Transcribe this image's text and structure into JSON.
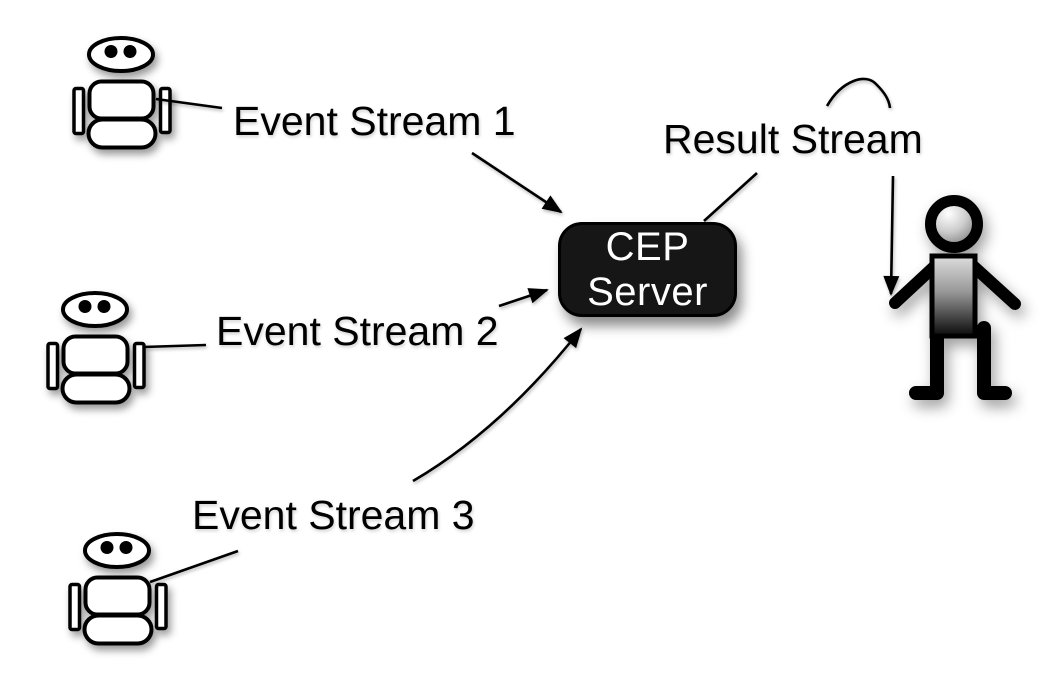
{
  "background": "#ffffff",
  "labels": {
    "event_stream_1": "Event Stream 1",
    "event_stream_2": "Event Stream 2",
    "event_stream_3": "Event Stream 3",
    "result_stream": "Result Stream"
  },
  "server": {
    "line1": "CEP",
    "line2": "Server",
    "fill": "#161616",
    "text_color": "#ffffff"
  },
  "colors": {
    "stroke": "#000000",
    "background": "#ffffff"
  },
  "diagram": {
    "type": "flow-diagram",
    "description": "Three robot event sources emit event streams into a CEP Server; the result stream is delivered to a user.",
    "nodes": [
      {
        "id": "event-source-1",
        "icon": "robot-icon",
        "label": "Event Stream 1"
      },
      {
        "id": "event-source-2",
        "icon": "robot-icon",
        "label": "Event Stream 2"
      },
      {
        "id": "event-source-3",
        "icon": "robot-icon",
        "label": "Event Stream 3"
      },
      {
        "id": "cep-server",
        "icon": "rounded-box",
        "label": "CEP Server"
      },
      {
        "id": "user",
        "icon": "person-icon",
        "label": "Result Stream"
      }
    ],
    "edges": [
      {
        "from": "event-source-1",
        "to": "cep-server",
        "style": "straight-arrow"
      },
      {
        "from": "event-source-2",
        "to": "cep-server",
        "style": "short-arrow"
      },
      {
        "from": "event-source-3",
        "to": "cep-server",
        "style": "curved-arrow"
      },
      {
        "from": "cep-server",
        "to": "result-stream-label",
        "style": "plain-line"
      },
      {
        "from": "result-stream-label",
        "to": "user",
        "style": "down-arrow"
      }
    ]
  }
}
